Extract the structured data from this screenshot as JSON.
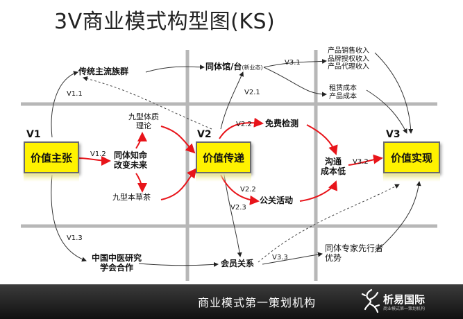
{
  "title": "3V商业模式构型图(KS)",
  "nodes": {
    "v1": "V1",
    "v2": "V2",
    "v3": "V3",
    "value_proposition": "价值主张",
    "value_delivery": "价值传递",
    "value_realization": "价值实现",
    "traditional_groups": "传统主流族群",
    "tongti_hall": "同体馆/台",
    "new_format": "(新业态)",
    "nine_type_theory_l1": "九型体质",
    "nine_type_theory_l2": "理论",
    "knowledge_l1": "同体知命",
    "knowledge_l2": "改变未来",
    "herbal_tea": "九型本草茶",
    "free_test": "免费检测",
    "pr_activity": "公关活动",
    "communication_l1": "沟通",
    "communication_l2": "成本低",
    "tcm_l1": "中国中医研究",
    "tcm_l2": "学会合作",
    "membership": "会员关系",
    "expert_l1": "同体专家先行者",
    "expert_l2": "优势",
    "revenue_1": "产品销售收入",
    "revenue_2": "品牌授权收入",
    "revenue_3": "产品代理收入",
    "cost_1": "租赁成本",
    "cost_2": "产品成本"
  },
  "edge_labels": {
    "v1_1": "V1.1",
    "v1_2": "V1.2",
    "v1_3": "V1.3",
    "v2_1": "V2.1",
    "v2_2a": "V2.2",
    "v2_2b": "V2.2",
    "v2_3": "V2.3",
    "v3_1": "V3.1",
    "v3_2": "V3.2",
    "v3_3": "V3.3"
  },
  "footer": {
    "slogan": "商业模式第一策划机构",
    "logo": "析易国际",
    "logo_tagline": "商业模式第一策划机构"
  },
  "colors": {
    "highlight_box": "#fff200",
    "flow_red": "#e8141a",
    "grid": "#b0b0b0"
  },
  "icons": [
    "gecko-logo-icon"
  ]
}
